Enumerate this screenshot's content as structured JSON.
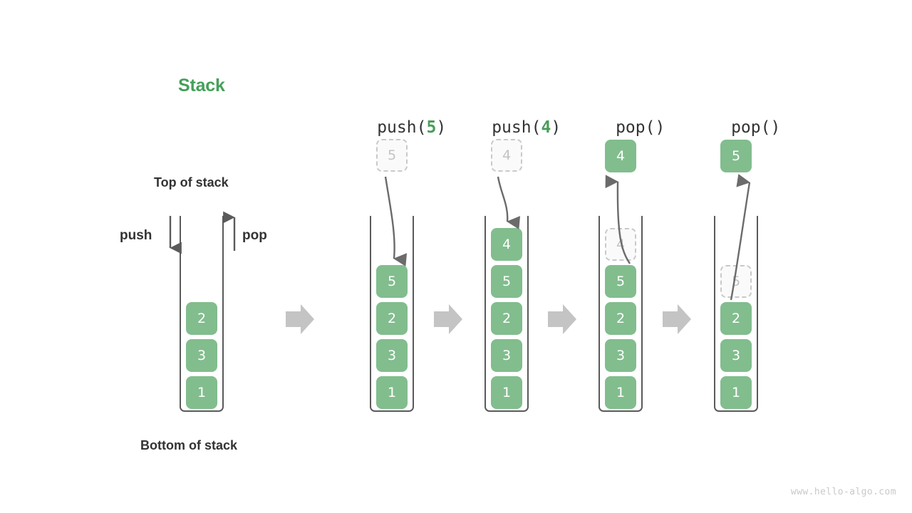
{
  "diagram": {
    "title": "Stack",
    "title_color": "#45a05a",
    "accent_green": "#82bd8e",
    "ghost_gray": "#c3c3c3",
    "arrow_gray": "#c4c4c4",
    "labels": {
      "top_of_stack": "Top of stack",
      "bottom_of_stack": "Bottom of stack",
      "push": "push",
      "pop": "pop"
    },
    "watermark": "www.hello-algo.com"
  },
  "columns": [
    {
      "id": "initial",
      "header_prefix": "",
      "header_arg": "",
      "header_suffix": "",
      "stack": [
        {
          "value": "2",
          "state": "solid"
        },
        {
          "value": "3",
          "state": "solid"
        },
        {
          "value": "1",
          "state": "solid"
        }
      ],
      "floating": null,
      "incoming": null
    },
    {
      "id": "push-5",
      "header_prefix": "push(",
      "header_arg": "5",
      "header_suffix": ")",
      "stack": [
        {
          "value": "5",
          "state": "solid"
        },
        {
          "value": "2",
          "state": "solid"
        },
        {
          "value": "3",
          "state": "solid"
        },
        {
          "value": "1",
          "state": "solid"
        }
      ],
      "floating": null,
      "incoming": {
        "value": "5",
        "state": "ghost"
      }
    },
    {
      "id": "push-4",
      "header_prefix": "push(",
      "header_arg": "4",
      "header_suffix": ")",
      "stack": [
        {
          "value": "4",
          "state": "solid"
        },
        {
          "value": "5",
          "state": "solid"
        },
        {
          "value": "2",
          "state": "solid"
        },
        {
          "value": "3",
          "state": "solid"
        },
        {
          "value": "1",
          "state": "solid"
        }
      ],
      "floating": null,
      "incoming": {
        "value": "4",
        "state": "ghost"
      }
    },
    {
      "id": "pop-1",
      "header_prefix": "pop()",
      "header_arg": "",
      "header_suffix": "",
      "stack": [
        {
          "value": "4",
          "state": "ghost"
        },
        {
          "value": "5",
          "state": "solid"
        },
        {
          "value": "2",
          "state": "solid"
        },
        {
          "value": "3",
          "state": "solid"
        },
        {
          "value": "1",
          "state": "solid"
        }
      ],
      "floating": {
        "value": "4",
        "state": "solid"
      },
      "incoming": null
    },
    {
      "id": "pop-2",
      "header_prefix": "pop()",
      "header_arg": "",
      "header_suffix": "",
      "stack": [
        {
          "value": "5",
          "state": "ghost"
        },
        {
          "value": "2",
          "state": "solid"
        },
        {
          "value": "3",
          "state": "solid"
        },
        {
          "value": "1",
          "state": "solid"
        }
      ],
      "floating": {
        "value": "5",
        "state": "solid"
      },
      "incoming": null
    }
  ],
  "step_arrows": [
    "step-arrow",
    "step-arrow",
    "step-arrow",
    "step-arrow"
  ]
}
